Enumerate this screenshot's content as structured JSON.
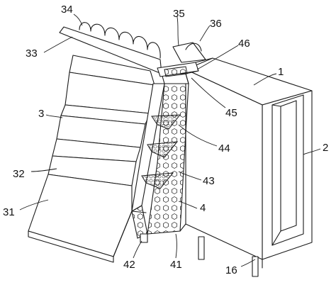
{
  "figure": {
    "labels": {
      "l1": "1",
      "l2": "2",
      "l3": "3",
      "l4": "4",
      "l16": "16",
      "l31": "31",
      "l32": "32",
      "l33": "33",
      "l34": "34",
      "l35": "35",
      "l36": "36",
      "l41": "41",
      "l42": "42",
      "l43": "43",
      "l44": "44",
      "l45": "45",
      "l46": "46"
    }
  }
}
